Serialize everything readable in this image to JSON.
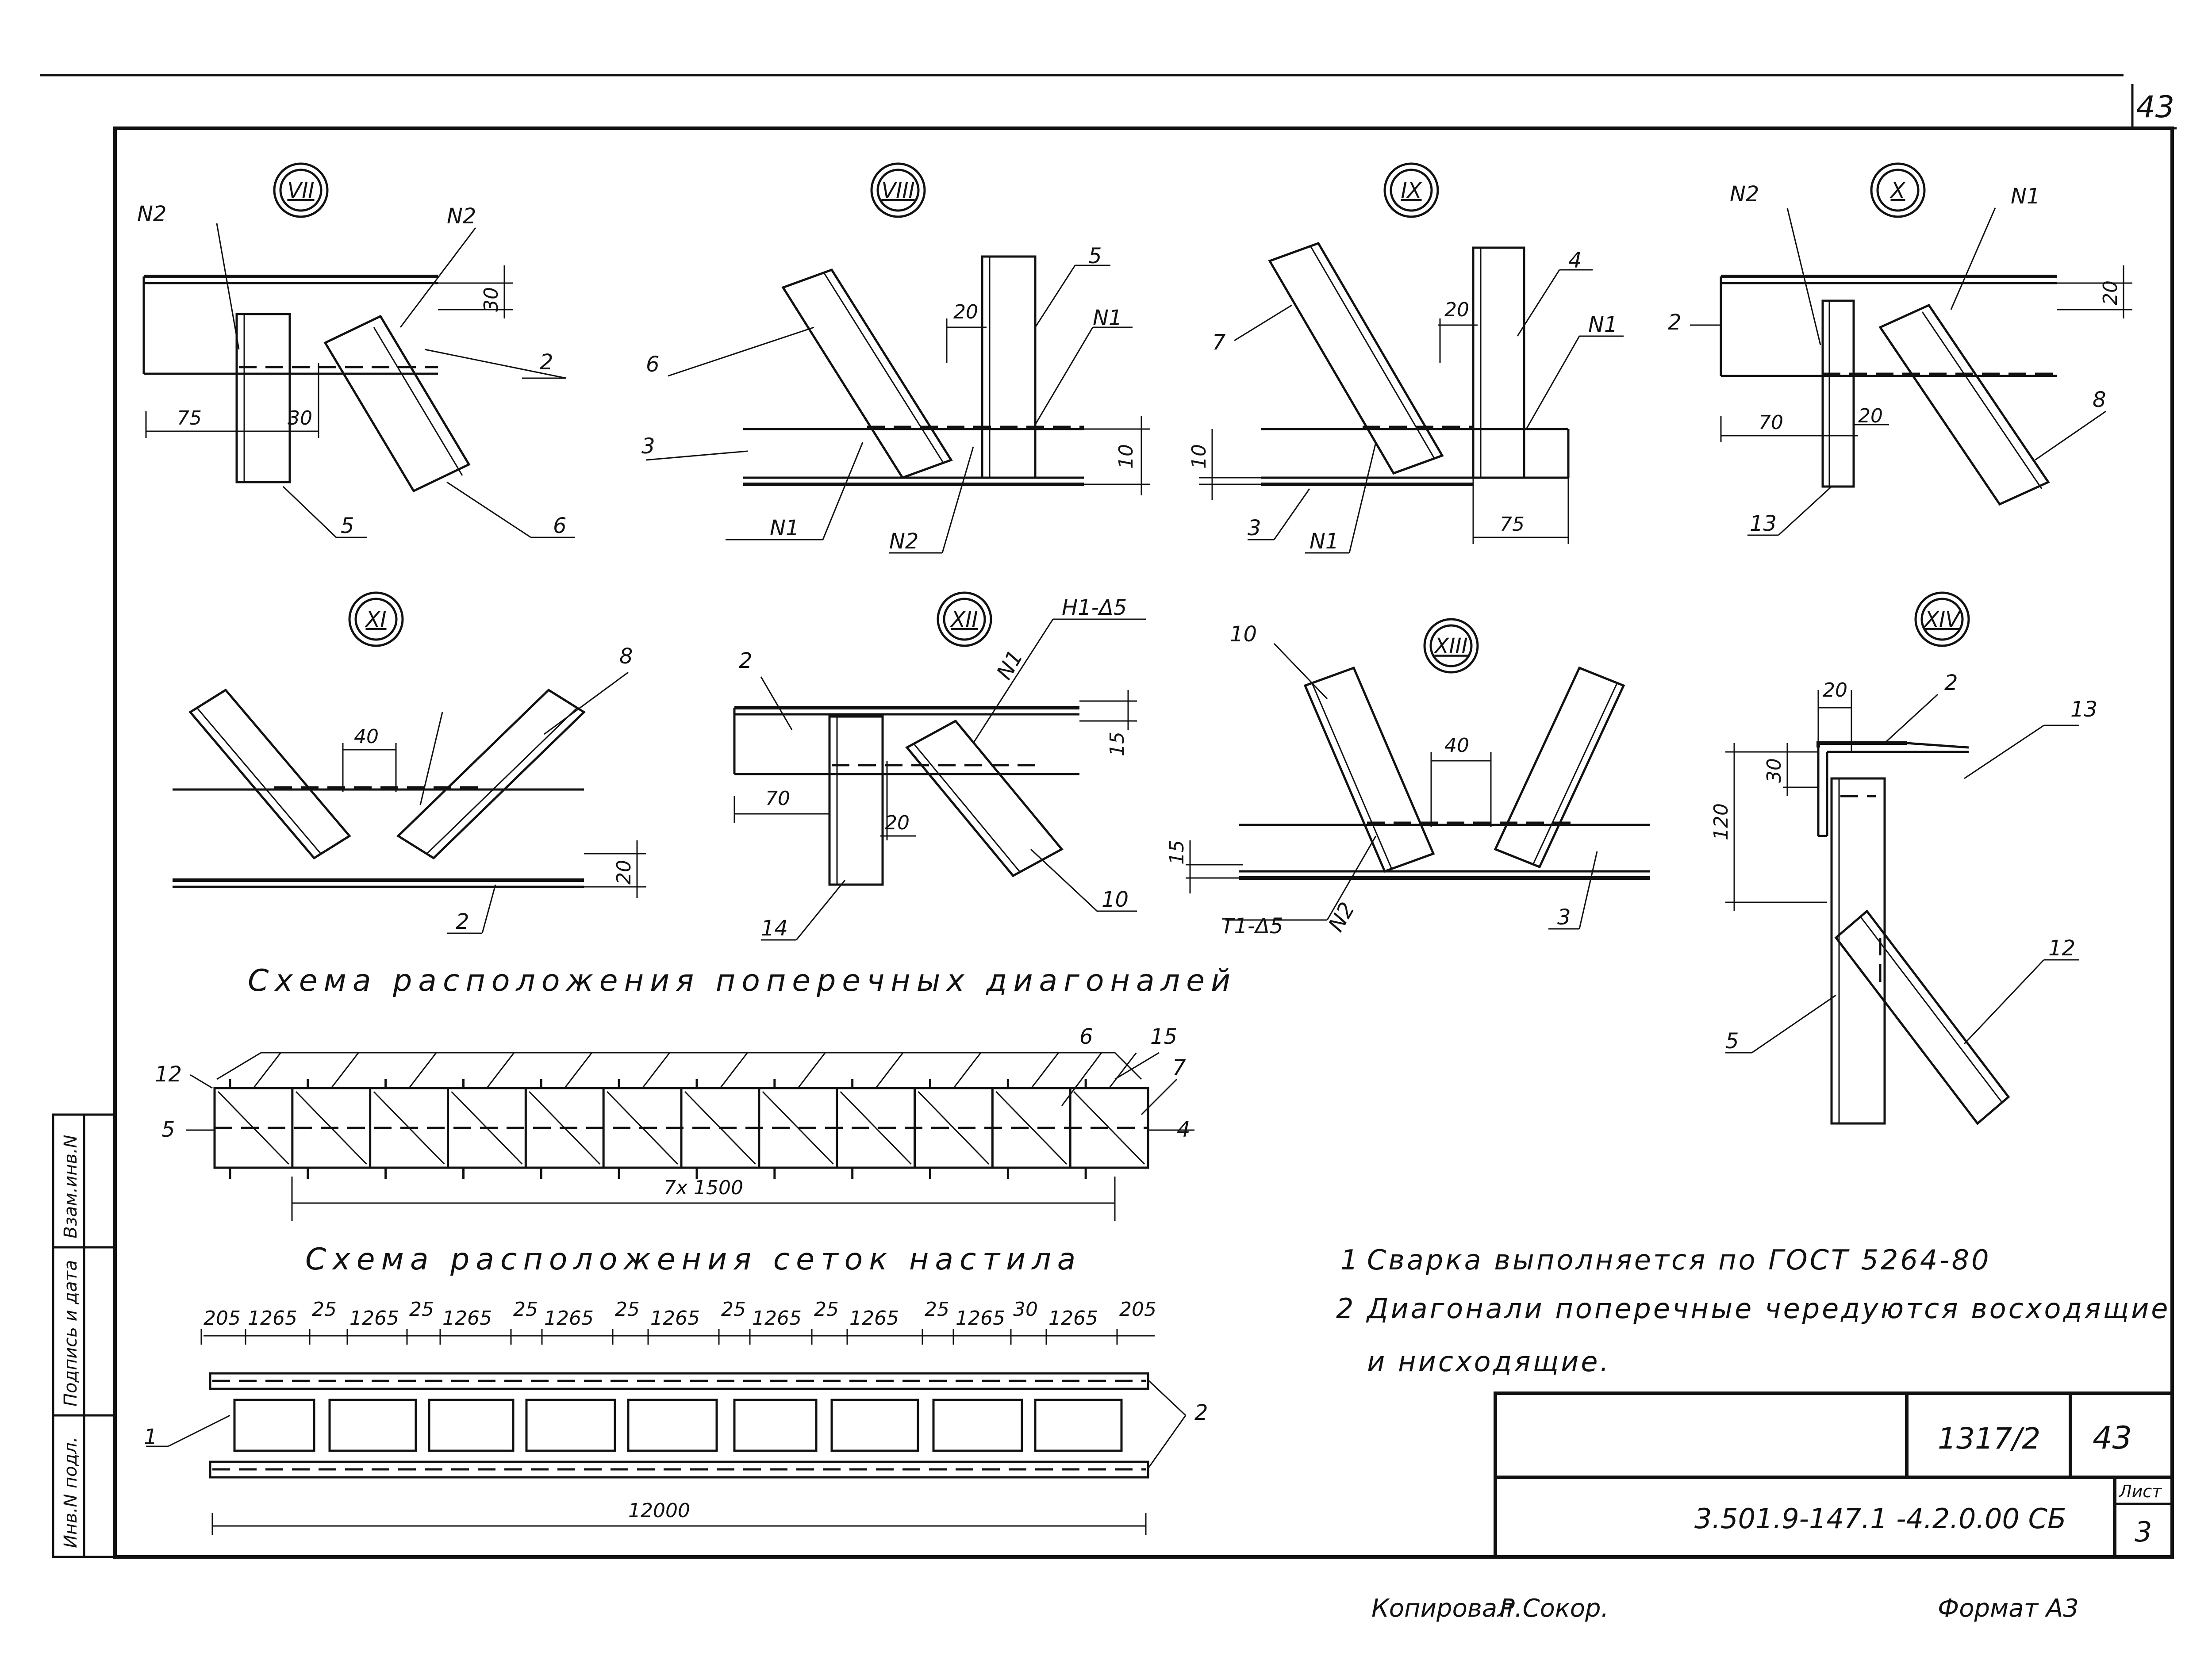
{
  "sheet": {
    "page_number": "43",
    "format_label": "Формат А3",
    "copied_label": "Копировал",
    "signature": "Р.Сокор.",
    "series": "1317/2",
    "sheet_num": "43",
    "designation": "3.501.9-147.1 -4.2.0.00 СБ",
    "list_label": "Лист",
    "list_value": "3",
    "side_labels": [
      "Инв.N подл.",
      "Подпись и дата",
      "Взам.инв.N"
    ]
  },
  "details": [
    {
      "id": "VII",
      "labels": [
        "N2",
        "N2",
        "2",
        "5",
        "6"
      ],
      "dims": [
        "30",
        "75",
        "30"
      ]
    },
    {
      "id": "VIII",
      "labels": [
        "6",
        "5",
        "N1",
        "3",
        "N1",
        "N2"
      ],
      "dims": [
        "20",
        "10"
      ]
    },
    {
      "id": "IX",
      "labels": [
        "7",
        "4",
        "N1",
        "3",
        "N1"
      ],
      "dims": [
        "20",
        "10",
        "75"
      ]
    },
    {
      "id": "X",
      "labels": [
        "N2",
        "N1",
        "2",
        "8",
        "13"
      ],
      "dims": [
        "20",
        "70",
        "20"
      ]
    },
    {
      "id": "XI",
      "labels": [
        "8",
        "2"
      ],
      "dims": [
        "40",
        "20"
      ]
    },
    {
      "id": "XII",
      "labels": [
        "H1-Δ5",
        "N1",
        "2",
        "14",
        "10"
      ],
      "dims": [
        "15",
        "70",
        "20"
      ]
    },
    {
      "id": "XIII",
      "labels": [
        "10",
        "T1-Δ5",
        "N2",
        "3"
      ],
      "dims": [
        "40",
        "15"
      ]
    },
    {
      "id": "XIV",
      "labels": [
        "2",
        "13",
        "12",
        "5"
      ],
      "dims": [
        "20",
        "30",
        "120"
      ]
    }
  ],
  "schemes": {
    "diag_title": "Схема расположения поперечных диагоналей",
    "diag_labels": [
      "12",
      "5",
      "6",
      "15",
      "7",
      "4"
    ],
    "diag_dim": "7x 1500",
    "mesh_title": "Схема расположения сеток настила",
    "mesh_dims": [
      "205",
      "1265",
      "25",
      "1265",
      "25",
      "1265",
      "25",
      "1265",
      "25",
      "1265",
      "25",
      "1265",
      "25",
      "1265",
      "25",
      "1265",
      "30",
      "1265",
      "205"
    ],
    "mesh_labels": [
      "1",
      "2"
    ],
    "mesh_total": "12000"
  },
  "notes": [
    {
      "num": "1",
      "text": "Сварка выполняется по ГОСТ 5264-80"
    },
    {
      "num": "2",
      "text": "Диагонали поперечные чередуются восходящие"
    },
    {
      "num": "",
      "text": "и нисходящие."
    }
  ]
}
